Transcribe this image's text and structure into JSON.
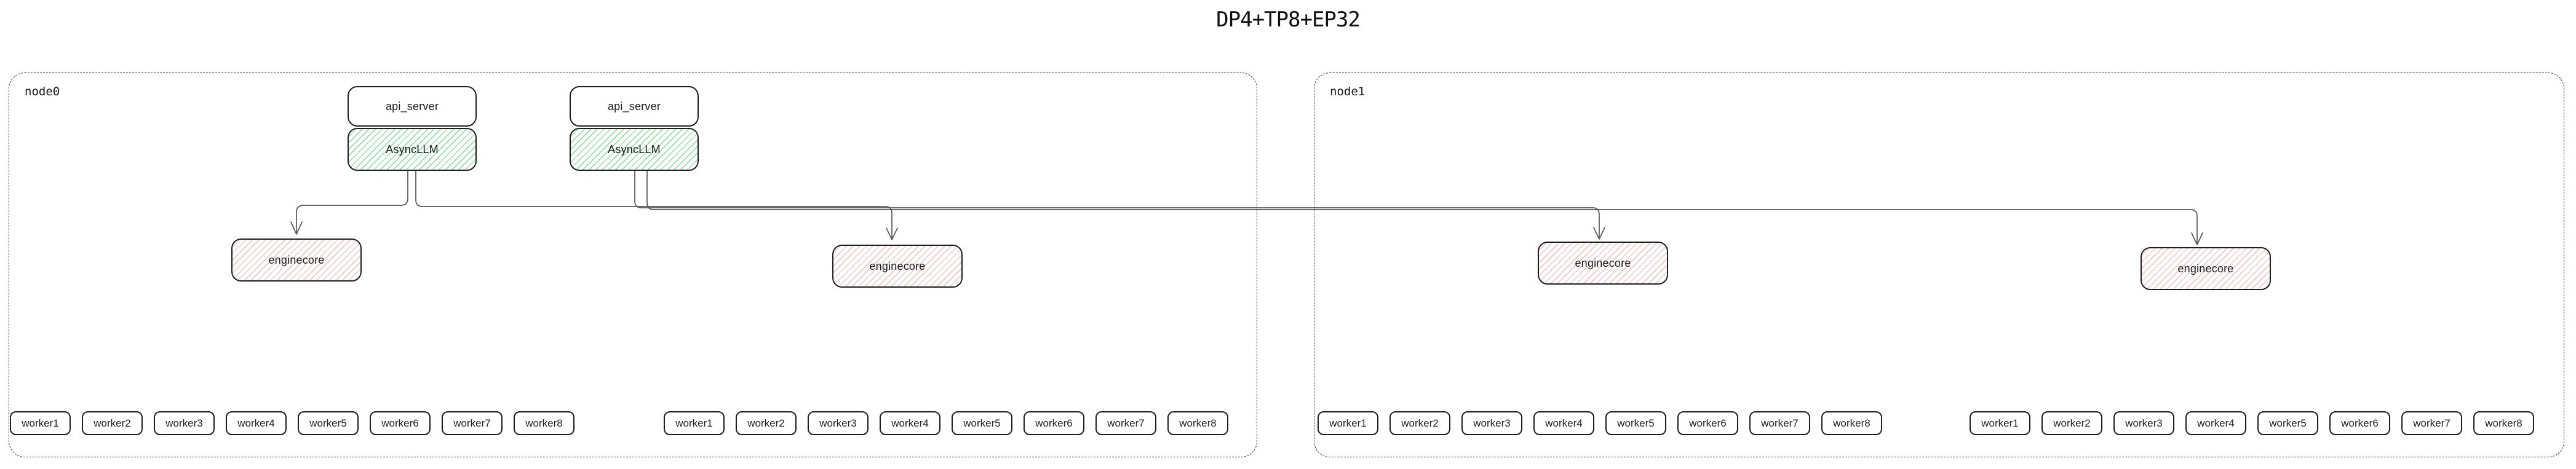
{
  "title": "DP4+TP8+EP32",
  "nodes": [
    {
      "label": "node0"
    },
    {
      "label": "node1"
    }
  ],
  "server_stacks": [
    {
      "api_server_label": "api_server",
      "asyncllm_label": "AsyncLLM"
    },
    {
      "api_server_label": "api_server",
      "asyncllm_label": "AsyncLLM"
    }
  ],
  "enginecores": [
    {
      "label": "enginecore"
    },
    {
      "label": "enginecore"
    },
    {
      "label": "enginecore"
    },
    {
      "label": "enginecore"
    }
  ],
  "worker_groups": [
    {
      "items": [
        "worker1",
        "worker2",
        "worker3",
        "worker4",
        "worker5",
        "worker6",
        "worker7",
        "worker8"
      ]
    },
    {
      "items": [
        "worker1",
        "worker2",
        "worker3",
        "worker4",
        "worker5",
        "worker6",
        "worker7",
        "worker8"
      ]
    },
    {
      "items": [
        "worker1",
        "worker2",
        "worker3",
        "worker4",
        "worker5",
        "worker6",
        "worker7",
        "worker8"
      ]
    },
    {
      "items": [
        "worker1",
        "worker2",
        "worker3",
        "worker4",
        "worker5",
        "worker6",
        "worker7",
        "worker8"
      ]
    }
  ],
  "colors": {
    "border": "#1e1e1e",
    "connector": "#575757",
    "green_hatch": "#7edb90",
    "red_hatch": "#f6b8b3",
    "background": "#ffffff"
  }
}
